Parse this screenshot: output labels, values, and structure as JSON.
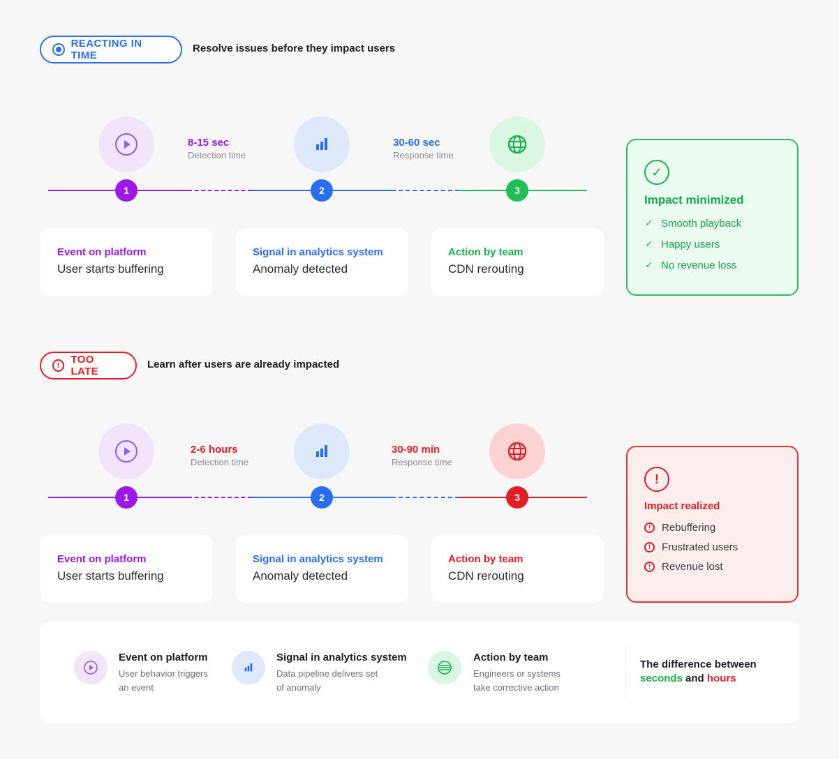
{
  "colors": {
    "purple": "#9b19e6",
    "blue": "#2a6ef0",
    "green": "#1fbf55",
    "red": "#e11d26"
  },
  "sections": [
    {
      "badge": "REACTING IN TIME",
      "badge_icon": "radio-dot-icon",
      "tagline": "Resolve issues before they impact users",
      "steps": [
        {
          "number": "1",
          "icon": "play-icon",
          "card_title": "Event on platform",
          "card_text": "User starts buffering"
        },
        {
          "number": "2",
          "icon": "bar-chart-icon",
          "card_title": "Signal in analytics system",
          "card_text": "Anomaly detected"
        },
        {
          "number": "3",
          "icon": "globe-icon",
          "card_title": "Action by team",
          "card_text": "CDN rerouting"
        }
      ],
      "intervals": [
        {
          "value": "8-15 sec",
          "label": "Detection time"
        },
        {
          "value": "30-60 sec",
          "label": "Response time"
        }
      ],
      "result": {
        "icon": "check-circle-icon",
        "title": "Impact minimized",
        "items": [
          "Smooth playback",
          "Happy users",
          "No revenue loss"
        ]
      }
    },
    {
      "badge": "TOO LATE",
      "badge_icon": "alert-icon",
      "tagline": "Learn after users are already impacted",
      "steps": [
        {
          "number": "1",
          "icon": "play-icon",
          "card_title": "Event on platform",
          "card_text": "User starts buffering"
        },
        {
          "number": "2",
          "icon": "bar-chart-icon",
          "card_title": "Signal in analytics system",
          "card_text": "Anomaly detected"
        },
        {
          "number": "3",
          "icon": "globe-icon",
          "card_title": "Action by team",
          "card_text": "CDN rerouting"
        }
      ],
      "intervals": [
        {
          "value": "2-6 hours",
          "label": "Detection time"
        },
        {
          "value": "30-90 min",
          "label": "Response time"
        }
      ],
      "result": {
        "icon": "alert-circle-icon",
        "title": "Impact realized",
        "items": [
          "Rebuffering",
          "Frustrated users",
          "Revenue lost"
        ]
      }
    }
  ],
  "legend": {
    "items": [
      {
        "icon": "play-icon",
        "title": "Event on platform",
        "desc": "User behavior triggers an event"
      },
      {
        "icon": "bar-chart-icon",
        "title": "Signal in analytics system",
        "desc": "Data pipeline delivers set of anomaly"
      },
      {
        "icon": "globe-icon",
        "title": "Action by team",
        "desc": "Engineers or systems take corrective action"
      }
    ],
    "difference": {
      "line1": "The difference between",
      "seconds": "seconds",
      "and": "and",
      "hours": "hours"
    }
  }
}
